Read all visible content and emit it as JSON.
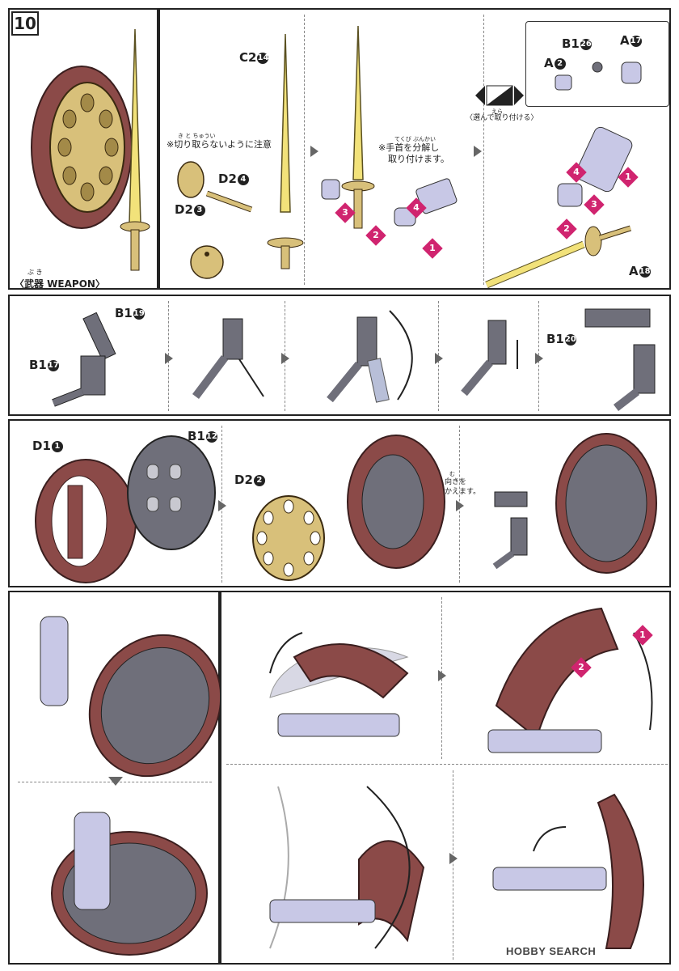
{
  "step_number": "10",
  "weapon_caption": "〈武器 WEAPON〉",
  "weapon_ruby": "ぶ き",
  "parts": {
    "c2_14": {
      "code": "C2",
      "num": "14"
    },
    "d2_4": {
      "code": "D2",
      "num": "4"
    },
    "d2_3": {
      "code": "D2",
      "num": "3"
    },
    "b1_26": {
      "code": "B1",
      "num": "26"
    },
    "a_17": {
      "code": "A",
      "num": "17"
    },
    "a_2": {
      "code": "A",
      "num": "2"
    },
    "a_18": {
      "code": "A",
      "num": "18"
    },
    "b1_19": {
      "code": "B1",
      "num": "19"
    },
    "b1_17": {
      "code": "B1",
      "num": "17"
    },
    "b1_20": {
      "code": "B1",
      "num": "20"
    },
    "d1_1": {
      "code": "D1",
      "num": "1"
    },
    "b1_12": {
      "code": "B1",
      "num": "12"
    },
    "d2_2": {
      "code": "D2",
      "num": "2"
    }
  },
  "notes": {
    "cut_caution": "※切り取らないように注意",
    "cut_caution_ruby": "き と ちゅうい",
    "hand_note_line1": "※手首を分解し",
    "hand_note_line2": "取り付けます。",
    "hand_note_ruby": "てくび ぶんかい",
    "choose_note": "〈選んで取り付ける〉",
    "choose_ruby": "えら",
    "turn_note_line1": "向きを",
    "turn_note_line2": "かえます。",
    "turn_ruby": "む"
  },
  "steps": {
    "s1": "1",
    "s2": "2",
    "s3": "3",
    "s4": "4"
  },
  "watermark": "HOBBY SEARCH",
  "colors": {
    "shield_red": "#8b4a48",
    "shield_gold": "#d8c07a",
    "sword_yellow": "#f2e27a",
    "part_gray": "#6f6f7a",
    "step_magenta": "#d0246f",
    "arm_lilac": "#c8c8e6"
  }
}
